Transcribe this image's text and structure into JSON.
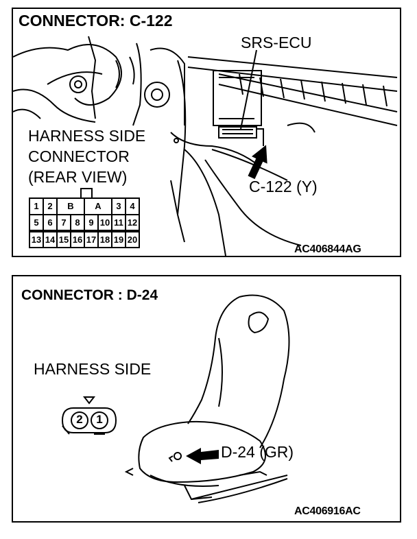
{
  "top_panel": {
    "title": "CONNECTOR: C-122",
    "component_label": "SRS-ECU",
    "harness_label_lines": [
      "HARNESS SIDE",
      "CONNECTOR",
      "(REAR VIEW)"
    ],
    "callout": "C-122 (Y)",
    "pins_row1": [
      "1",
      "2",
      "B",
      "A",
      "3",
      "4"
    ],
    "pins_row2": [
      "5",
      "6",
      "7",
      "8",
      "9",
      "10",
      "11",
      "12"
    ],
    "pins_row3": [
      "13",
      "14",
      "15",
      "16",
      "17",
      "18",
      "19",
      "20"
    ],
    "figure_code": "AC406844AG"
  },
  "bottom_panel": {
    "title": "CONNECTOR : D-24",
    "harness_label": "HARNESS SIDE",
    "pins": [
      "2",
      "1"
    ],
    "callout": "D-24 (GR)",
    "figure_code": "AC406916AC"
  }
}
